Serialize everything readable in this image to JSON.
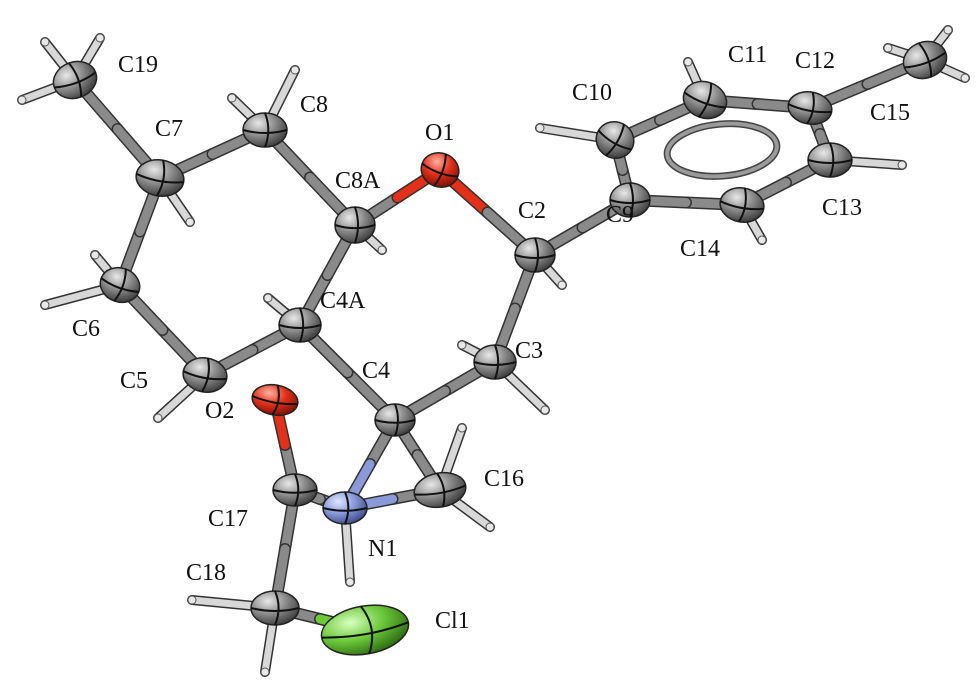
{
  "title": "Molecular structure (thermal ellipsoid plot)",
  "atoms": {
    "C19": "C19",
    "C7": "C7",
    "C8": "C8",
    "C8A": "C8A",
    "O1": "O1",
    "C2": "C2",
    "C9": "C9",
    "C10": "C10",
    "C11": "C11",
    "C12": "C12",
    "C15": "C15",
    "C13": "C13",
    "C14": "C14",
    "C3": "C3",
    "C4": "C4",
    "C4A": "C4A",
    "C5": "C5",
    "C6": "C6",
    "C16": "C16",
    "N1": "N1",
    "C17": "C17",
    "O2": "O2",
    "C18": "C18",
    "Cl1": "Cl1"
  },
  "colors": {
    "carbon": "#8a8a8a",
    "hydrogen": "#d8d8d8",
    "oxygen": "#e2301a",
    "nitrogen": "#8a9ad8",
    "chlorine": "#6cc93a"
  }
}
